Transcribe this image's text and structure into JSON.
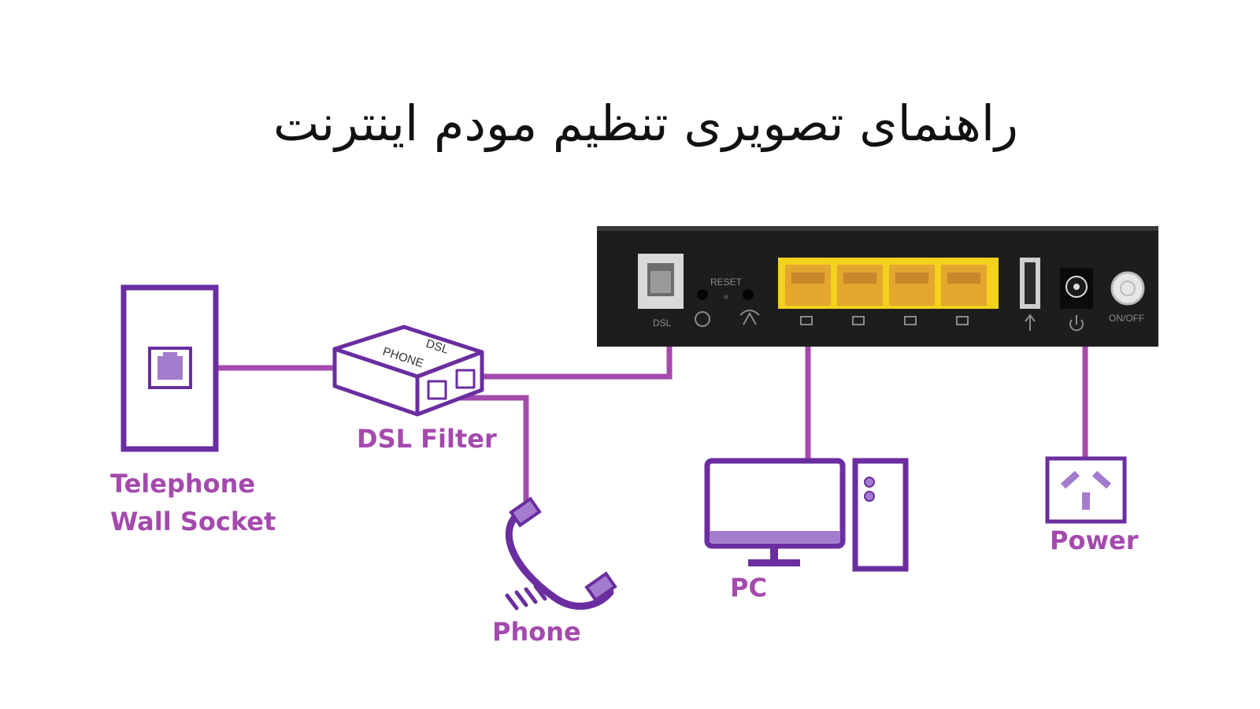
{
  "title": "راهنمای تصویری تنظیم مودم اینترنت",
  "colors": {
    "purple": "#6a2ea0",
    "cable": "#a44aad",
    "label": "#a44aad",
    "router_body": "#1d1d1d",
    "lan_panel": "#f2d21b",
    "lan_port": "#e3a62e"
  },
  "icons": [
    "wall-socket-icon",
    "dsl-filter-icon",
    "phone-handset-icon",
    "pc-monitor-icon",
    "pc-tower-icon",
    "power-outlet-icon",
    "router-rear-panel"
  ],
  "labels": {
    "socket_line1": "Telephone",
    "socket_line2": "Wall Socket",
    "filter": "DSL Filter",
    "phone": "Phone",
    "pc": "PC",
    "power": "Power"
  },
  "filter_text": {
    "phone": "PHONE",
    "dsl": "DSL"
  },
  "router": {
    "dsl": "DSL",
    "reset": "RESET",
    "onoff": "ON/OFF"
  }
}
